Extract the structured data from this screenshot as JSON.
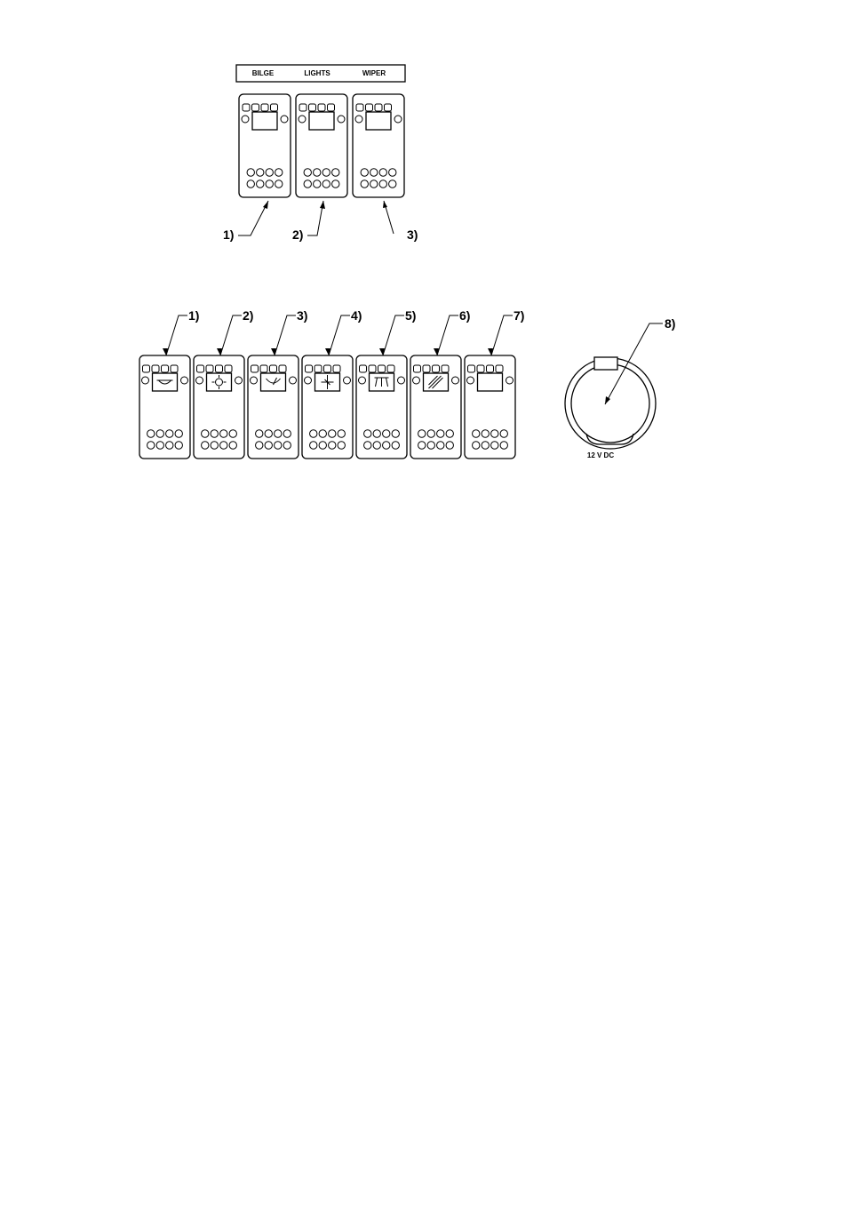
{
  "top_panel": {
    "labels": [
      "BILGE",
      "LIGHTS",
      "WIPER"
    ],
    "callouts": [
      "1)",
      "2)",
      "3)"
    ]
  },
  "bottom_panel": {
    "switch_icons": [
      "bilge-pump-icon",
      "light-icon",
      "wiper-icon",
      "navigation-light-icon",
      "deck-light-icon",
      "horn-icon",
      "blank-icon"
    ],
    "callouts": [
      "1)",
      "2)",
      "3)",
      "4)",
      "5)",
      "6)",
      "7)",
      "8)"
    ]
  },
  "socket": {
    "label": "12 V DC"
  }
}
